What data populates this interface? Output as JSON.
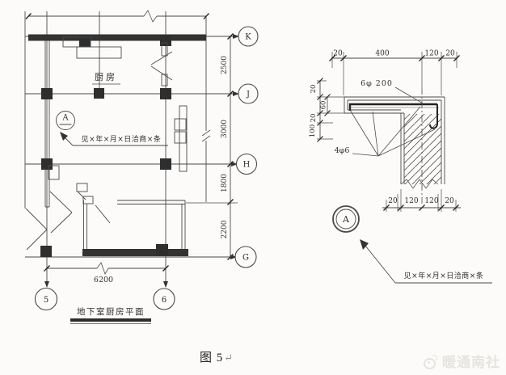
{
  "colors": {
    "ink": "#3a3a3a",
    "solid": "#2e2e2e",
    "paper": "#fcfbf9",
    "watermark": "#e6e4e0"
  },
  "plan": {
    "room_label": "厨房",
    "detail_marker": "A",
    "note": "见×年×月×日洽商×条",
    "title": "地下室厨房平面",
    "axes_rows": [
      "K",
      "J",
      "H",
      "G"
    ],
    "axes_cols": [
      "5",
      "6"
    ],
    "dims_vertical": [
      "2500",
      "3000",
      "1800",
      "2200"
    ],
    "dim_span": "6200"
  },
  "detail": {
    "marker": "A",
    "note": "见×年×月×日洽商×条",
    "label_top_rebar": "6φ 200",
    "label_main_rebar": "4φ6",
    "dims_top": [
      "20",
      "400",
      "120",
      "20"
    ],
    "dims_left": [
      "20",
      "60",
      "20",
      "100"
    ],
    "dims_bottom": [
      "20",
      "120",
      "120",
      "20"
    ]
  },
  "figure": {
    "caption": "图 5",
    "return_mark": "↵"
  },
  "watermark": {
    "text": "暖通南社",
    "icon": "weibo-eye-icon"
  }
}
